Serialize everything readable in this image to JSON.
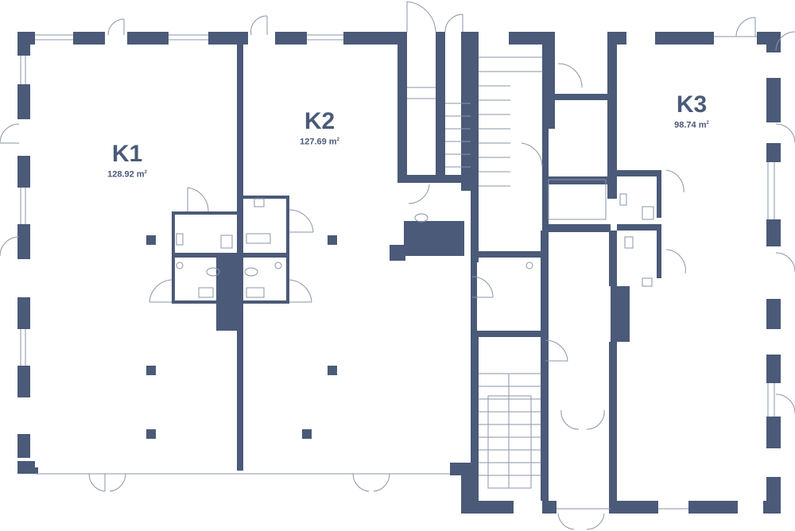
{
  "plan": {
    "wall_color": "#4a5a78",
    "thin_color": "#8a95a8",
    "units": [
      {
        "id": "k1",
        "name": "K1",
        "area": "128.92 m",
        "area_sup": "2"
      },
      {
        "id": "k2",
        "name": "K2",
        "area": "127.69 m",
        "area_sup": "2"
      },
      {
        "id": "k3",
        "name": "K3",
        "area": "98.74 m",
        "area_sup": "2"
      }
    ]
  }
}
